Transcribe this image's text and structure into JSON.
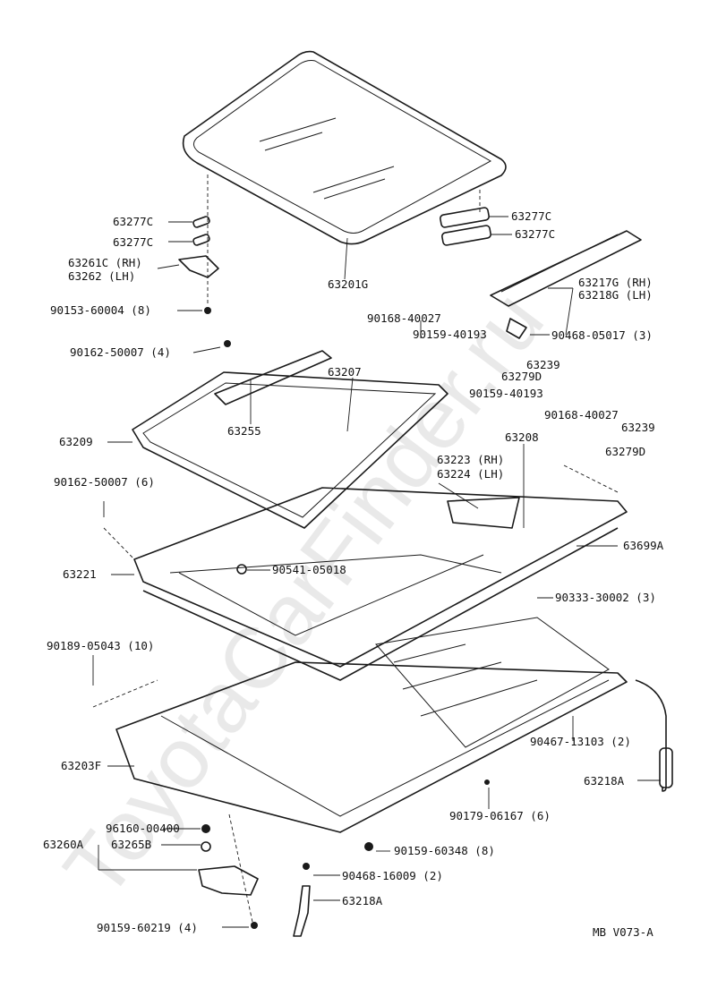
{
  "watermark": "ToyotaCarFinder.ru",
  "diagram_code": "MB  V073-A",
  "parts": {
    "p63277c_a": "63277C",
    "p63277c_b": "63277C",
    "p63261c": "63261C (RH)",
    "p63262": "63262   (LH)",
    "p90153": "90153-60004 (8)",
    "p63201g": "63201G",
    "p63277c_c": "63277C",
    "p63277c_d": "63277C",
    "p63217g": "63217G (RH)",
    "p63218g": "63218G (LH)",
    "p90168_a": "90168-40027",
    "p90159_a": "90159-40193",
    "p90468_05017": "90468-05017 (3)",
    "p90162_a": "90162-50007 (4)",
    "p63207": "63207",
    "p63239_a": "63239",
    "p63279d_a": "63279D",
    "p90159_b": "90159-40193",
    "p90168_b": "90168-40027",
    "p63239_b": "63239",
    "p63209": "63209",
    "p63255": "63255",
    "p63208": "63208",
    "p63279d_b": "63279D",
    "p63223": "63223 (RH)",
    "p63224": "63224 (LH)",
    "p90162_b": "90162-50007 (6)",
    "p63699a": "63699A",
    "p63221": "63221",
    "p90541": "90541-05018",
    "p90333": "90333-30002 (3)",
    "p90189": "90189-05043 (10)",
    "p90467": "90467-13103 (2)",
    "p63203f": "63203F",
    "p63218a_r": "63218A",
    "p90179": "90179-06167 (6)",
    "p96160": "96160-00400",
    "p63260a": "63260A",
    "p63265b": "63265B",
    "p90159_60348": "90159-60348 (8)",
    "p90468_16009": "90468-16009 (2)",
    "p63218a_b": "63218A",
    "p90159_60219": "90159-60219 (4)"
  }
}
